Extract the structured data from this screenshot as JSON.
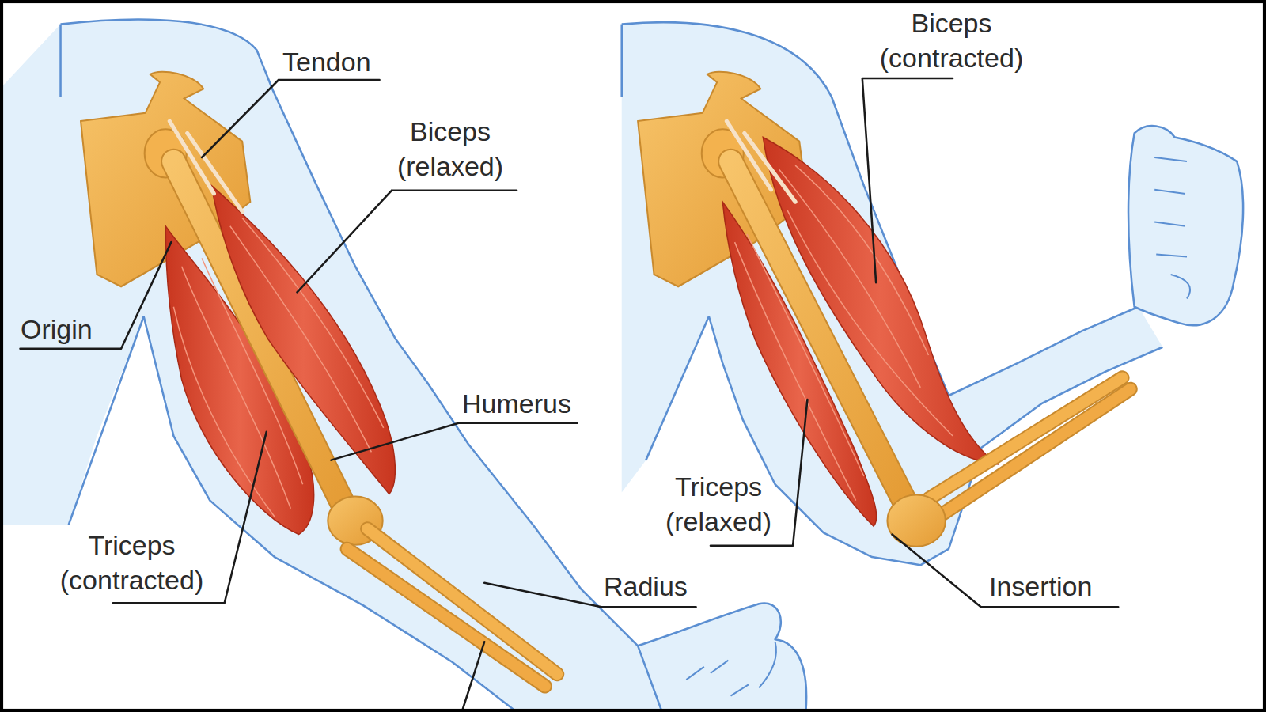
{
  "diagram": {
    "labels": [
      "Tendon",
      "Biceps (relaxed)",
      "Origin",
      "Humerus",
      "Triceps (contracted)",
      "Radius",
      "Biceps (contracted)",
      "Triceps (relaxed)",
      "Insertion"
    ]
  }
}
